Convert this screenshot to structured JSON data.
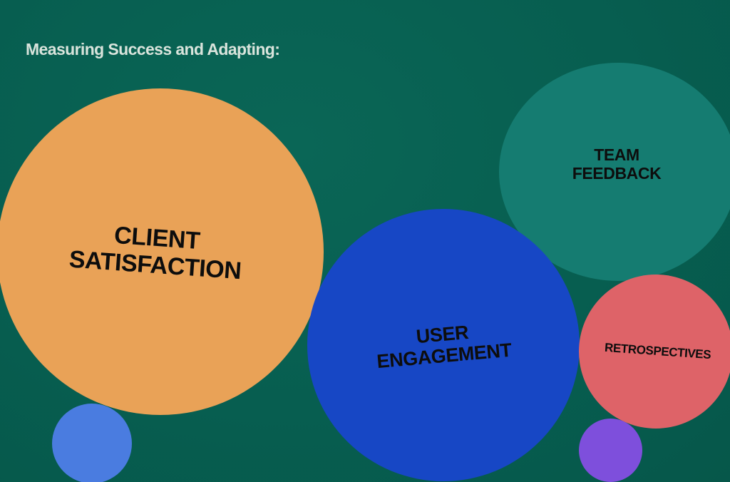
{
  "title": "Measuring Success and Adapting:",
  "bubbles": {
    "client_satisfaction": {
      "label": "CLIENT\nSATISFACTION",
      "color": "#e9a257"
    },
    "user_engagement": {
      "label": "USER\nENGAGEMENT",
      "color": "#1747c5"
    },
    "team_feedback": {
      "label": "TEAM\nFEEDBACK",
      "color": "#157c71"
    },
    "retrospectives": {
      "label": "RETROSPECTIVES",
      "color": "#de6368"
    },
    "small_blue": {
      "color": "#4a7ce0"
    },
    "small_purple": {
      "color": "#7e4fdc"
    }
  },
  "background_color": "#075e50"
}
